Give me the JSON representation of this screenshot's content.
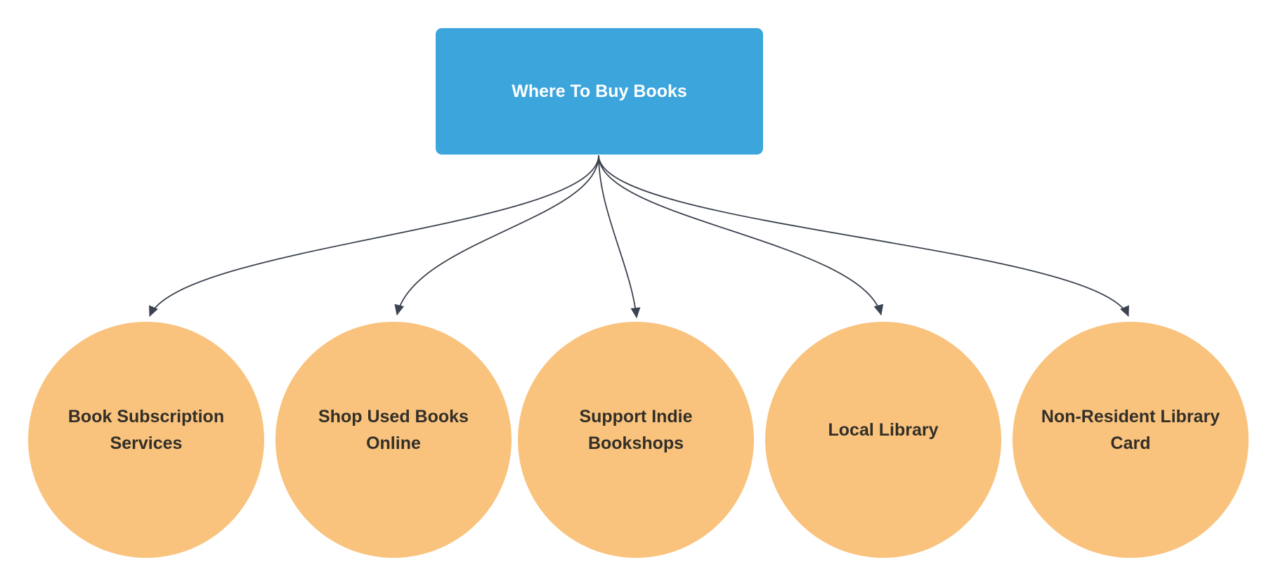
{
  "diagram": {
    "root": {
      "label": "Where To Buy Books"
    },
    "children": [
      {
        "label": "Book Subscription Services"
      },
      {
        "label": "Shop Used Books Online"
      },
      {
        "label": "Support Indie Bookshops"
      },
      {
        "label": "Local Library"
      },
      {
        "label": "Non-Resident Library Card"
      }
    ],
    "colors": {
      "background": "#ffffff",
      "root_fill": "#3ba5dc",
      "root_text": "#ffffff",
      "child_fill": "#f9c37e",
      "child_text": "#332f27",
      "connector": "#3c4350"
    }
  }
}
